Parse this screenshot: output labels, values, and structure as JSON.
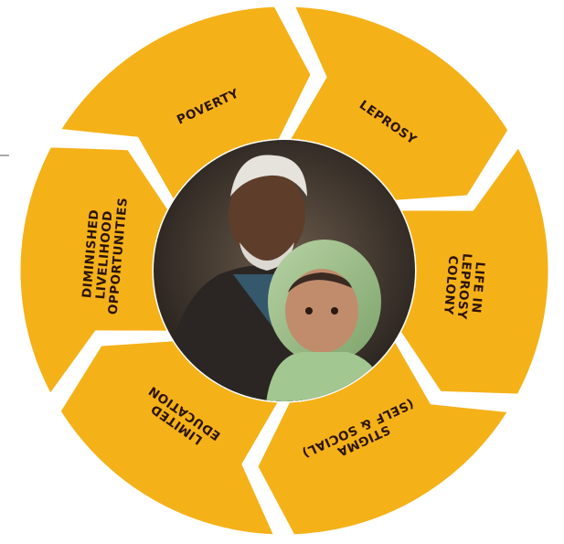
{
  "cycle": {
    "segment_color": "#f5b118",
    "separator_color": "#ffffff",
    "label_color": "#2a1408",
    "segments": [
      {
        "lines": [
          "POVERTY"
        ]
      },
      {
        "lines": [
          "LEPROSY"
        ]
      },
      {
        "lines": [
          "LIFE IN",
          "LEPROSY",
          "COLONY"
        ]
      },
      {
        "lines": [
          "STIGMA",
          "(SELF & SOCIAL)"
        ]
      },
      {
        "lines": [
          "LIMITED",
          "EDUCATION"
        ]
      },
      {
        "lines": [
          "DIMINISHED",
          "LIVELIHOOD",
          "OPPORTUNITIES"
        ]
      }
    ]
  },
  "photo": {
    "subject": "elderly-man-with-child-photo"
  }
}
